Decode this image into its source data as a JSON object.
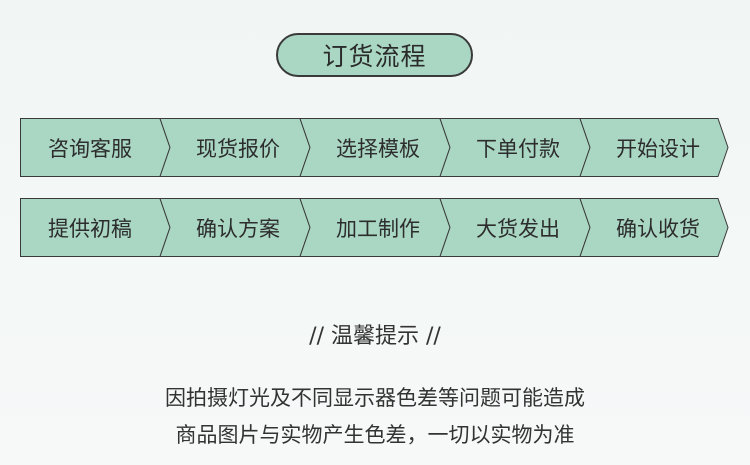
{
  "title": "订货流程",
  "colors": {
    "box_fill": "#a9d7c4",
    "border": "#3a3a3a",
    "background": "#f3f7f5"
  },
  "flow": {
    "row1": [
      "咨询客服",
      "现货报价",
      "选择模板",
      "下单付款",
      "开始设计"
    ],
    "row2": [
      "提供初稿",
      "确认方案",
      "加工制作",
      "大货发出",
      "确认收货"
    ]
  },
  "tips": {
    "heading": "//  温馨提示  //",
    "lines": [
      "因拍摄灯光及不同显示器色差等问题可能造成",
      "商品图片与实物产生色差，一切以实物为准"
    ]
  }
}
